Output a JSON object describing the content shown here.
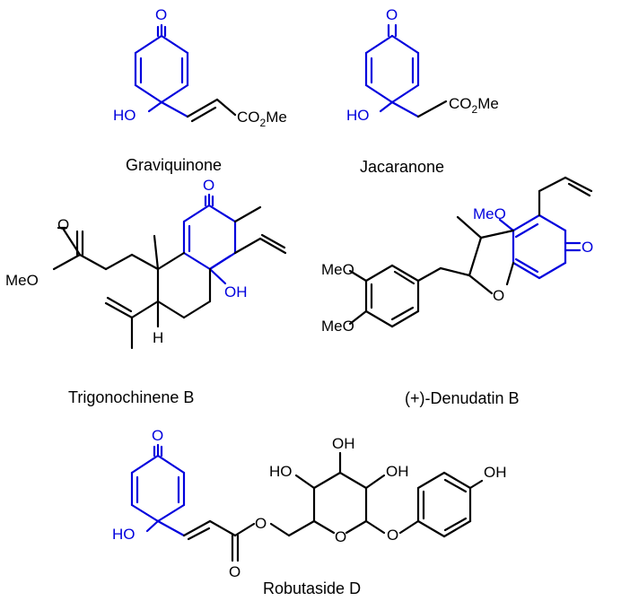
{
  "colors": {
    "highlight": "#0000dd",
    "bond": "#000000",
    "background": "#ffffff"
  },
  "compounds": [
    {
      "name": "Graviquinone",
      "labels": {
        "o": "O",
        "ho": "HO",
        "ester_co": "CO",
        "ester_sub": "2",
        "ester_me": "Me"
      }
    },
    {
      "name": "Jacaranone",
      "labels": {
        "o": "O",
        "ho": "HO",
        "ester_co": "CO",
        "ester_sub": "2",
        "ester_me": "Me"
      }
    },
    {
      "name": "Trigonochinene B",
      "labels": {
        "o_ketone": "O",
        "oh": "OH",
        "ester_o": "O",
        "meo": "MeO",
        "h": "H"
      }
    },
    {
      "name": "(+)-Denudatin B",
      "labels": {
        "meo_top": "MeO",
        "o_ketone": "O",
        "o_ring": "O",
        "meo_1": "MeO",
        "meo_2": "MeO"
      }
    },
    {
      "name": "Robutaside D",
      "labels": {
        "o": "O",
        "ho": "HO",
        "ester_o_single": "O",
        "ester_o_double": "O",
        "oh_top": "OH",
        "ho_left": "HO",
        "oh_right": "OH",
        "o_ring": "O",
        "o_glyc": "O",
        "oh_phenol": "OH"
      }
    }
  ]
}
